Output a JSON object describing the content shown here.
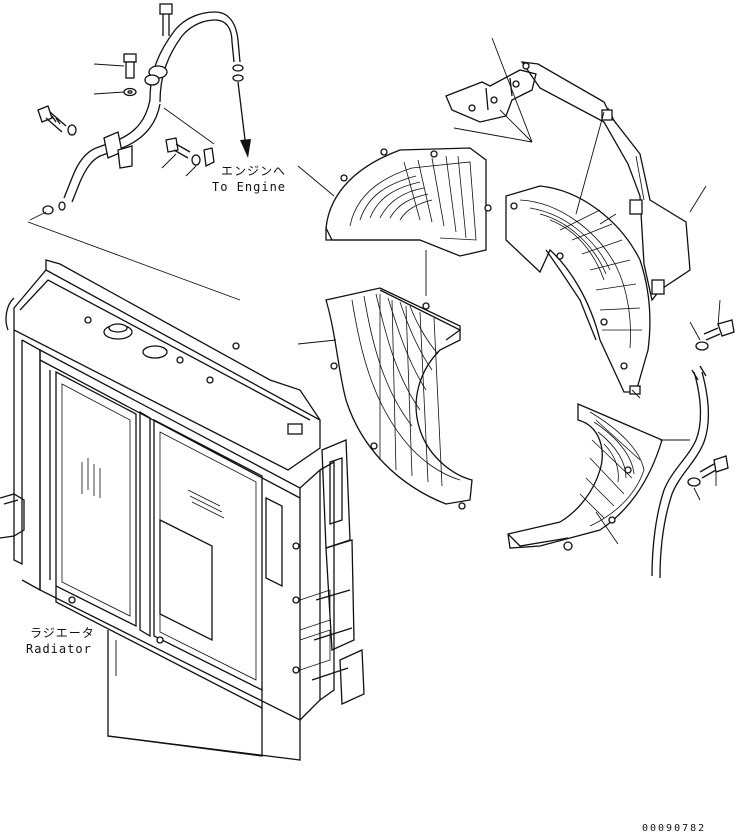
{
  "labels": {
    "to_engine_jp": "エンジンへ",
    "to_engine_en": "To Engine",
    "radiator_jp": "ラジエータ",
    "radiator_en": "Radiator",
    "drawing_code": "00090782"
  },
  "colors": {
    "line": "#111111",
    "background": "#ffffff"
  },
  "icons": [
    "bolt-icon",
    "washer-icon",
    "clamp-icon",
    "hose-icon",
    "bracket-icon",
    "fan-shroud-icon",
    "radiator-icon"
  ]
}
